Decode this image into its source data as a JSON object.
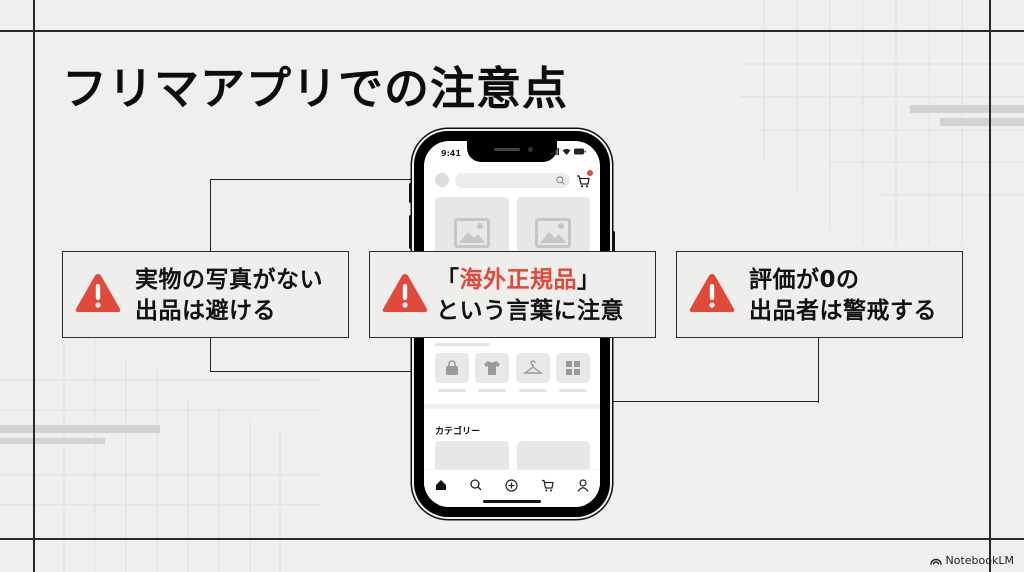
{
  "slide": {
    "title": "フリマアプリでの注意点",
    "accent_color": "#e04a3a",
    "brand": {
      "label": "NotebookLM",
      "icon": "notebooklm-logo-icon"
    }
  },
  "warnings": [
    {
      "icon": "warning-triangle-icon",
      "line1": "実物の写真がない",
      "line2": "出品は避ける"
    },
    {
      "icon": "warning-triangle-icon",
      "line1_open": "「",
      "line1_highlight": "海外正規品",
      "line1_close": "」",
      "line2": "という言葉に注意"
    },
    {
      "icon": "warning-triangle-icon",
      "line1": "評価が0の",
      "line2": "出品者は警戒する"
    }
  ],
  "phone": {
    "status_time": "9:41",
    "status_icons": [
      "signal-icon",
      "wifi-icon",
      "battery-icon"
    ],
    "header_icons": [
      "avatar-icon",
      "search-icon",
      "cart-icon"
    ],
    "product_placeholders": [
      "image-placeholder-icon",
      "image-placeholder-icon"
    ],
    "category_icons": [
      "bag-icon",
      "tshirt-icon",
      "hanger-icon",
      "grid-icon"
    ],
    "category_heading": "カテゴリー",
    "bottom_nav": [
      "home-icon",
      "search-icon",
      "add-icon",
      "cart-icon",
      "profile-icon"
    ]
  }
}
